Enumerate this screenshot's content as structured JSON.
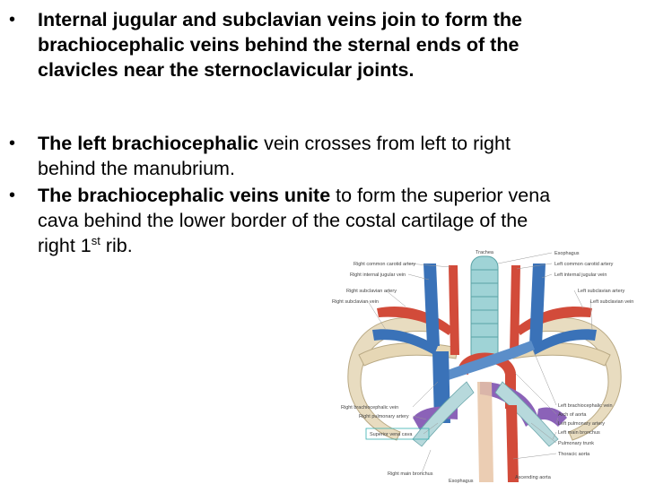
{
  "bullets": [
    {
      "marker": "•",
      "parts": [
        {
          "text": "Internal jugular and subclavian veins join to form the\nbrachiocephalic veins behind the sternal ends of the\nclavicles near the sternoclavicular joints.",
          "bold": true
        }
      ]
    },
    {
      "marker": "•",
      "parts": [
        {
          "text": " The left brachiocephalic",
          "bold": true
        },
        {
          "text": " vein crosses from left to right\nbehind the manubrium.",
          "bold": false
        }
      ]
    },
    {
      "marker": "•",
      "parts": [
        {
          "text": "The brachiocephalic veins unite",
          "bold": true
        },
        {
          "text": " to form the superior vena\ncava behind the lower border of the costal cartilage of the\nright 1",
          "bold": false
        },
        {
          "text": "st",
          "sup": true
        },
        {
          "text": " rib.",
          "bold": false
        }
      ]
    }
  ],
  "figure": {
    "labels_left": [
      "Right common carotid artery",
      "Right internal jugular vein",
      "Right subclavian artery",
      "Right subclavian vein",
      "Right brachiocephalic vein",
      "Right pulmonary artery",
      "Superior vena cava",
      "Right main bronchus"
    ],
    "labels_right": [
      "Esophagus",
      "Left common carotid artery",
      "Left internal jugular vein",
      "Left subclavian artery",
      "Left subclavian vein",
      "Left brachiocephalic vein",
      "Arch of aorta",
      "Left pulmonary artery",
      "Left main bronchus",
      "Pulmonary trunk",
      "Thoracic aorta"
    ],
    "label_top": "Trachea",
    "labels_bottom": [
      "Esophagus",
      "Ascending aorta"
    ],
    "colors": {
      "artery": "#d24b3a",
      "vein": "#3a72b8",
      "bone": "#e8dcc0",
      "trachea": "#9fd3d6",
      "pulmonary": "#8b62b8"
    }
  }
}
